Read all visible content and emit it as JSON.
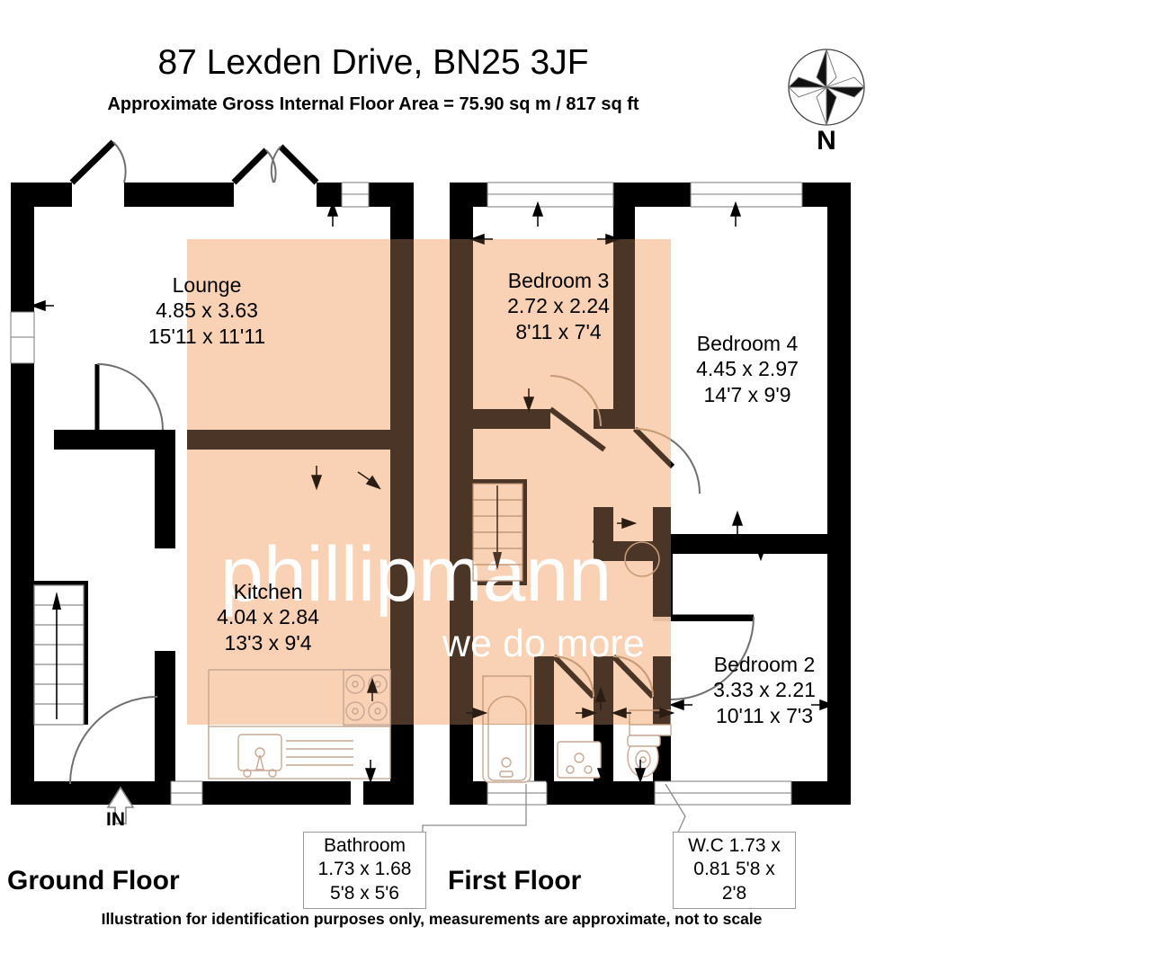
{
  "header": {
    "title": "87 Lexden Drive, BN25 3JF",
    "subtitle": "Approximate Gross Internal Floor Area = 75.90 sq m / 817 sq ft"
  },
  "compass": {
    "label": "N",
    "icon": "compass-rose-icon"
  },
  "footer": {
    "disclaimer": "Illustration for identification purposes only, measurements are approximate, not to scale"
  },
  "floors": {
    "ground": {
      "label": "Ground Floor"
    },
    "first": {
      "label": "First Floor"
    }
  },
  "entrance": {
    "label": "IN",
    "icon": "entrance-arrow-icon"
  },
  "watermark": {
    "line1": "phillipmann",
    "line2": "we do more"
  },
  "rooms": [
    {
      "name": "Lounge",
      "metric": "4.85 x 3.63",
      "imperial": "15'11 x 11'11",
      "floor": "ground"
    },
    {
      "name": "Kitchen",
      "metric": "4.04 x 2.84",
      "imperial": "13'3 x 9'4",
      "floor": "ground"
    },
    {
      "name": "Bedroom 3",
      "metric": "2.72 x 2.24",
      "imperial": "8'11 x 7'4",
      "floor": "first"
    },
    {
      "name": "Bedroom 4",
      "metric": "4.45 x 2.97",
      "imperial": "14'7 x 9'9",
      "floor": "first"
    },
    {
      "name": "Bedroom 2",
      "metric": "3.33 x 2.21",
      "imperial": "10'11 x 7'3",
      "floor": "first"
    },
    {
      "name": "Bathroom",
      "metric": "1.73 x 1.68",
      "imperial": "5'8 x 5'6",
      "floor": "first"
    },
    {
      "name": "W.C",
      "metric": "1.73 x 0.81",
      "imperial": "5'8 x 2'8",
      "floor": "first"
    }
  ],
  "colors": {
    "wall": "#000000",
    "wall_shaded": "#4a3527",
    "overlay": "#f9cdae",
    "watermark_blue": "#b8cede",
    "watermark_white": "#ffffff",
    "fixture_outline": "#c8a894",
    "label_border": "#9a9a9a"
  }
}
